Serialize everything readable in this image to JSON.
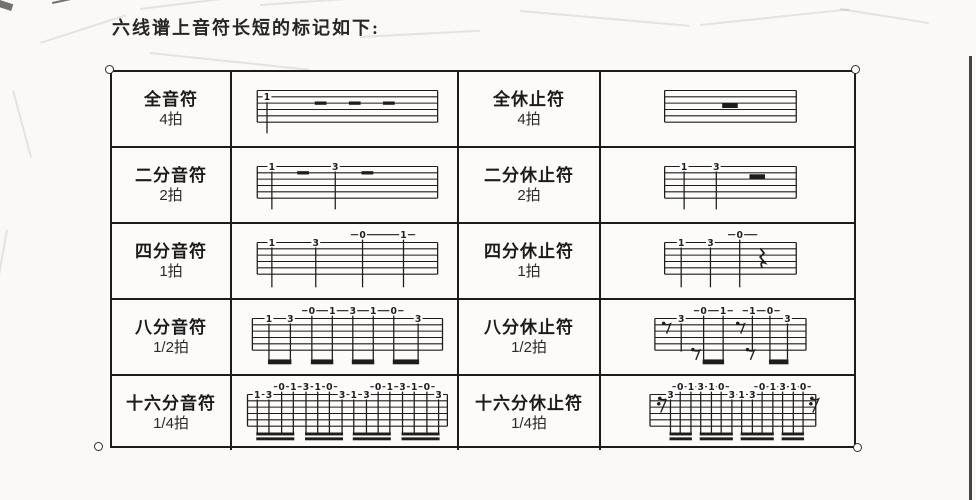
{
  "page": {
    "title": "六线谱上音符长短的标记如下:"
  },
  "colors": {
    "ink": "#1d1d1d",
    "table_border": "#1c1c1c",
    "page_bg": "#faf9f7",
    "handle_fill": "#ffffff",
    "handle_border": "#2b2b2b"
  },
  "table": {
    "rows": [
      {
        "note_name": "全音符",
        "note_beats": "4拍",
        "rest_name": "全休止符",
        "rest_beats": "4拍"
      },
      {
        "note_name": "二分音符",
        "note_beats": "2拍",
        "rest_name": "二分休止符",
        "rest_beats": "2拍"
      },
      {
        "note_name": "四分音符",
        "note_beats": "1拍",
        "rest_name": "四分休止符",
        "rest_beats": "1拍"
      },
      {
        "note_name": "八分音符",
        "note_beats": "1/2拍",
        "rest_name": "八分休止符",
        "rest_beats": "1/2拍"
      },
      {
        "note_name": "十六分音符",
        "note_beats": "1/4拍",
        "rest_name": "十六分休止符",
        "rest_beats": "1/4拍"
      }
    ]
  },
  "diagrams": {
    "d1n": {
      "staff": [
        30,
        215
      ],
      "nums": [
        [
          40,
          2,
          "1"
        ]
      ],
      "dashes": [
        [
          95,
          3
        ],
        [
          130,
          3
        ],
        [
          165,
          3
        ]
      ],
      "stems": [
        [
          40,
          30,
          62
        ]
      ]
    },
    "d1r": {
      "staff": [
        55,
        190
      ],
      "rests": [
        [
          122,
          3,
          "w"
        ]
      ]
    },
    "d2n": {
      "staff": [
        30,
        215
      ],
      "nums": [
        [
          45,
          1,
          "1"
        ],
        [
          110,
          1,
          "3"
        ]
      ],
      "dashes": [
        [
          77,
          2
        ],
        [
          143,
          2
        ]
      ],
      "stems": [
        [
          45,
          23,
          62
        ],
        [
          110,
          23,
          62
        ]
      ]
    },
    "d2r": {
      "staff": [
        55,
        190
      ],
      "nums": [
        [
          75,
          1,
          "1"
        ],
        [
          108,
          1,
          "3"
        ]
      ],
      "stems": [
        [
          75,
          23,
          62
        ],
        [
          108,
          23,
          62
        ]
      ],
      "rests": [
        [
          150,
          3,
          "h"
        ]
      ]
    },
    "d3n": {
      "staff": [
        30,
        215
      ],
      "nums": [
        [
          45,
          1,
          "1"
        ],
        [
          90,
          1,
          "3"
        ],
        [
          138,
          0,
          "0"
        ],
        [
          180,
          0,
          "1"
        ]
      ],
      "alines": [
        [
          126,
          192
        ]
      ],
      "stems": [
        [
          45,
          23,
          64
        ],
        [
          90,
          23,
          64
        ],
        [
          138,
          15,
          64
        ],
        [
          180,
          15,
          64
        ]
      ]
    },
    "d3r": {
      "staff": [
        55,
        190
      ],
      "nums": [
        [
          72,
          1,
          "1"
        ],
        [
          102,
          1,
          "3"
        ],
        [
          132,
          0,
          "0"
        ]
      ],
      "alines": [
        [
          120,
          150
        ]
      ],
      "stems": [
        [
          72,
          23,
          64
        ],
        [
          102,
          23,
          64
        ],
        [
          132,
          15,
          64
        ]
      ],
      "rests": [
        [
          153,
          24,
          "q"
        ]
      ]
    },
    "d4n": {
      "staff": [
        25,
        220
      ],
      "nums": [
        [
          42,
          1,
          "1"
        ],
        [
          64,
          1,
          "3"
        ],
        [
          86,
          0,
          "0"
        ],
        [
          107,
          0,
          "1"
        ],
        [
          128,
          0,
          "3"
        ],
        [
          149,
          0,
          "1"
        ],
        [
          170,
          0,
          "0"
        ],
        [
          195,
          1,
          "3"
        ]
      ],
      "alines": [
        [
          76,
          180
        ]
      ],
      "stems": [
        [
          42,
          23,
          60
        ],
        [
          64,
          23,
          60
        ],
        [
          86,
          15,
          60
        ],
        [
          107,
          15,
          60
        ],
        [
          128,
          15,
          60
        ],
        [
          149,
          15,
          60
        ],
        [
          170,
          15,
          60
        ],
        [
          195,
          23,
          60
        ]
      ],
      "beams": [
        [
          42,
          64,
          60,
          0
        ],
        [
          86,
          107,
          60,
          0
        ],
        [
          128,
          149,
          60,
          0
        ],
        [
          170,
          195,
          60,
          0
        ]
      ]
    },
    "d4r": {
      "staff": [
        45,
        200
      ],
      "nums": [
        [
          72,
          1,
          "3"
        ],
        [
          95,
          0,
          "0"
        ],
        [
          115,
          0,
          "1"
        ],
        [
          145,
          0,
          "1"
        ],
        [
          163,
          0,
          "0"
        ],
        [
          181,
          1,
          "3"
        ]
      ],
      "alines": [
        [
          85,
          125
        ],
        [
          135,
          173
        ]
      ],
      "stems": [
        [
          72,
          23,
          52
        ],
        [
          95,
          15,
          60
        ],
        [
          115,
          15,
          60
        ],
        [
          145,
          15,
          52
        ],
        [
          163,
          15,
          60
        ],
        [
          181,
          23,
          60
        ]
      ],
      "beams": [
        [
          95,
          115,
          60,
          0
        ],
        [
          163,
          181,
          60,
          0
        ]
      ],
      "rests": [
        [
          54,
          23,
          "e8"
        ],
        [
          130,
          23,
          "e8"
        ],
        [
          84,
          50,
          "e8"
        ],
        [
          140,
          50,
          "e8"
        ]
      ]
    },
    "d5n": {
      "staff": [
        20,
        225
      ],
      "nums": [
        [
          30,
          1,
          "1"
        ],
        [
          42,
          1,
          "3"
        ],
        [
          55,
          0,
          "0"
        ],
        [
          67,
          0,
          "1"
        ],
        [
          80,
          0,
          "3"
        ],
        [
          92,
          0,
          "1"
        ],
        [
          104,
          0,
          "0"
        ],
        [
          117,
          1,
          "3"
        ],
        [
          129,
          1,
          "1"
        ],
        [
          142,
          1,
          "3"
        ],
        [
          154,
          0,
          "0"
        ],
        [
          166,
          0,
          "1"
        ],
        [
          179,
          0,
          "3"
        ],
        [
          191,
          0,
          "1"
        ],
        [
          204,
          0,
          "0"
        ],
        [
          216,
          1,
          "3"
        ]
      ],
      "alines": [
        [
          47,
          112
        ],
        [
          146,
          212
        ]
      ],
      "stems": [
        [
          30,
          23,
          57
        ],
        [
          42,
          23,
          57
        ],
        [
          55,
          15,
          57
        ],
        [
          67,
          15,
          57
        ],
        [
          80,
          15,
          57
        ],
        [
          92,
          15,
          57
        ],
        [
          104,
          15,
          57
        ],
        [
          117,
          23,
          57
        ],
        [
          129,
          23,
          57
        ],
        [
          142,
          23,
          57
        ],
        [
          154,
          15,
          57
        ],
        [
          166,
          15,
          57
        ],
        [
          179,
          15,
          57
        ],
        [
          191,
          15,
          57
        ],
        [
          204,
          15,
          57
        ],
        [
          216,
          23,
          57
        ]
      ],
      "beams": [
        [
          30,
          67,
          57,
          1
        ],
        [
          80,
          117,
          57,
          1
        ],
        [
          129,
          166,
          57,
          1
        ],
        [
          179,
          216,
          57,
          1
        ]
      ]
    },
    "d5r": {
      "staff": [
        40,
        210
      ],
      "nums": [
        [
          61,
          1,
          "3"
        ],
        [
          71,
          0,
          "0"
        ],
        [
          82,
          0,
          "1"
        ],
        [
          92,
          0,
          "3"
        ],
        [
          103,
          0,
          "1"
        ],
        [
          113,
          0,
          "0"
        ],
        [
          124,
          1,
          "3"
        ],
        [
          134,
          1,
          "1"
        ],
        [
          145,
          1,
          "3"
        ],
        [
          155,
          0,
          "0"
        ],
        [
          166,
          0,
          "1"
        ],
        [
          176,
          0,
          "3"
        ],
        [
          187,
          0,
          "1"
        ],
        [
          197,
          0,
          "0"
        ]
      ],
      "alines": [
        [
          63,
          121
        ],
        [
          147,
          205
        ]
      ],
      "stems": [
        [
          61,
          23,
          57
        ],
        [
          71,
          15,
          57
        ],
        [
          82,
          15,
          57
        ],
        [
          92,
          15,
          57
        ],
        [
          103,
          15,
          57
        ],
        [
          113,
          15,
          57
        ],
        [
          124,
          23,
          57
        ],
        [
          134,
          23,
          57
        ],
        [
          145,
          23,
          57
        ],
        [
          155,
          15,
          57
        ],
        [
          166,
          15,
          57
        ],
        [
          176,
          15,
          57
        ],
        [
          187,
          15,
          57
        ],
        [
          197,
          15,
          57
        ]
      ],
      "beams": [
        [
          61,
          82,
          57,
          1
        ],
        [
          92,
          124,
          57,
          1
        ],
        [
          134,
          166,
          57,
          1
        ],
        [
          176,
          197,
          57,
          1
        ]
      ],
      "rests": [
        [
          50,
          22,
          "e16"
        ],
        [
          206,
          22,
          "e16"
        ]
      ]
    }
  }
}
